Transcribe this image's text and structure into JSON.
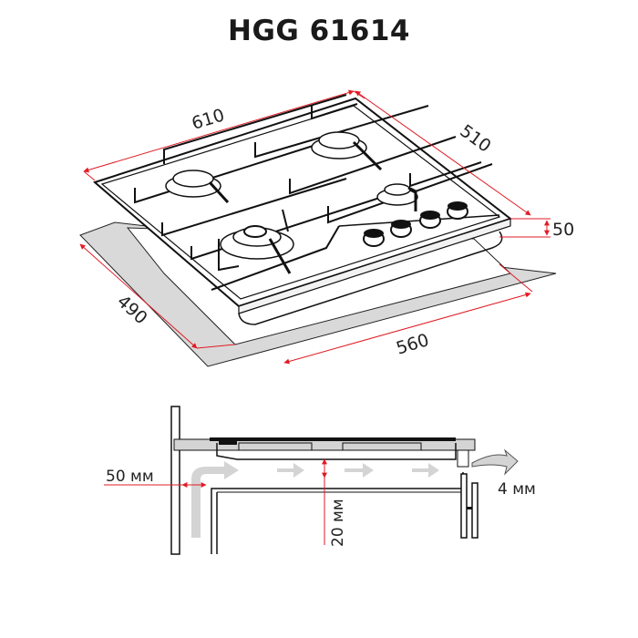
{
  "title": "HGG 61614",
  "colors": {
    "dimension_line": "#e01b24",
    "outline": "#111111",
    "cutout_fill": "#d9d9d9",
    "airflow_arrow": "#d4d4d4"
  },
  "top_view": {
    "width_label": "610",
    "depth_label": "510",
    "height_label": "50",
    "cutout_depth_label": "490",
    "cutout_width_label": "560",
    "burners": 4,
    "knobs": 4
  },
  "section_view": {
    "wall_gap_label": "50 мм",
    "air_gap_label": "20 мм",
    "back_gap_label": "4 мм"
  }
}
